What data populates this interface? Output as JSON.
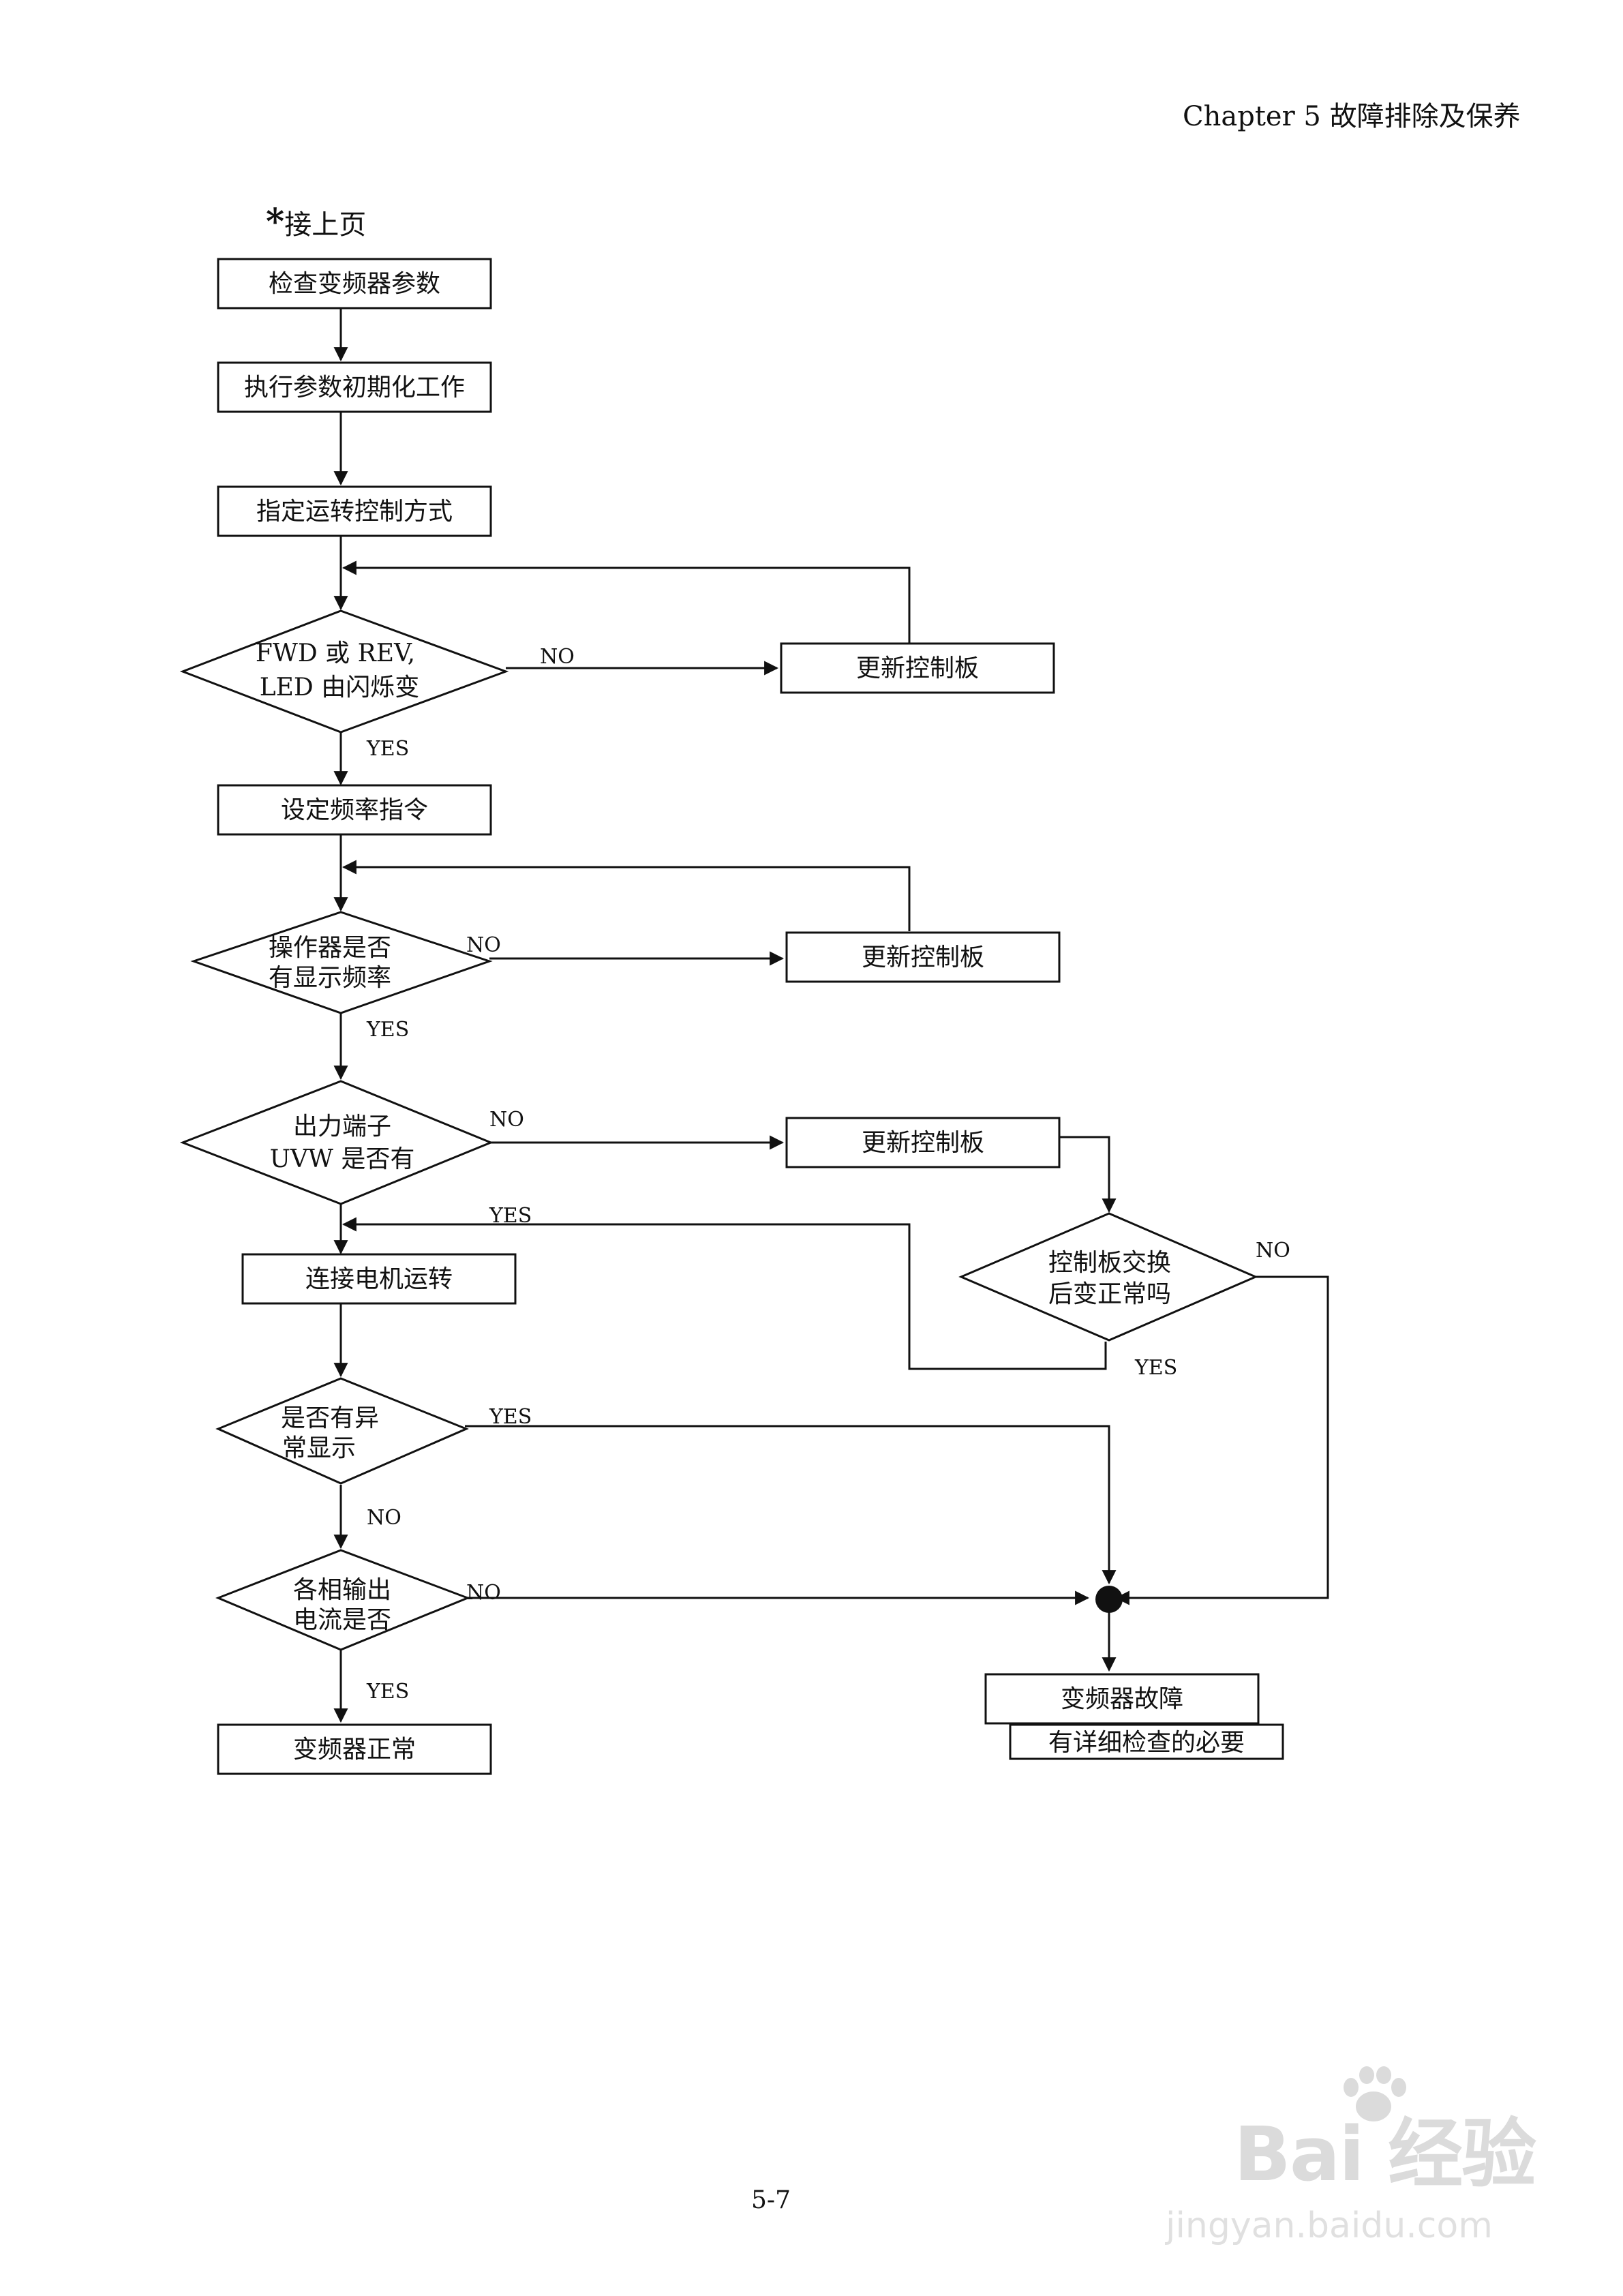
{
  "header": {
    "chapter": "Chapter 5 故障排除及保养"
  },
  "continuation_note": {
    "star": "*",
    "text": "接上页"
  },
  "page_number": "5-7",
  "nodes": {
    "check_params": "检查变频器参数",
    "init_params": "执行参数初期化工作",
    "set_control": "指定运转控制方式",
    "fwd_rev_line1": "FWD 或 REV,",
    "fwd_rev_line2": "LED 由闪烁变",
    "replace_board_1": "更新控制板",
    "set_freq": "设定频率指令",
    "op_display_line1": "操作器是否",
    "op_display_line2": "有显示频率",
    "replace_board_2": "更新控制板",
    "uvw_line1": "出力端子",
    "uvw_line2": "UVW 是否有",
    "replace_board_3": "更新控制板",
    "board_swap_line1": "控制板交换",
    "board_swap_line2": "后变正常吗",
    "run_motor": "连接电机运转",
    "abnormal_line1": "是否有异",
    "abnormal_line2": "常显示",
    "phase_line1": "各相输出",
    "phase_line2": "电流是否",
    "inverter_ok": "变频器正常",
    "inverter_fault": "变频器故障",
    "inspect_needed": "有详细检查的必要"
  },
  "edge_labels": {
    "yes": "YES",
    "no": "NO"
  },
  "watermark": {
    "brand": "Bai 经验",
    "site": "jingyan.baidu.com"
  }
}
